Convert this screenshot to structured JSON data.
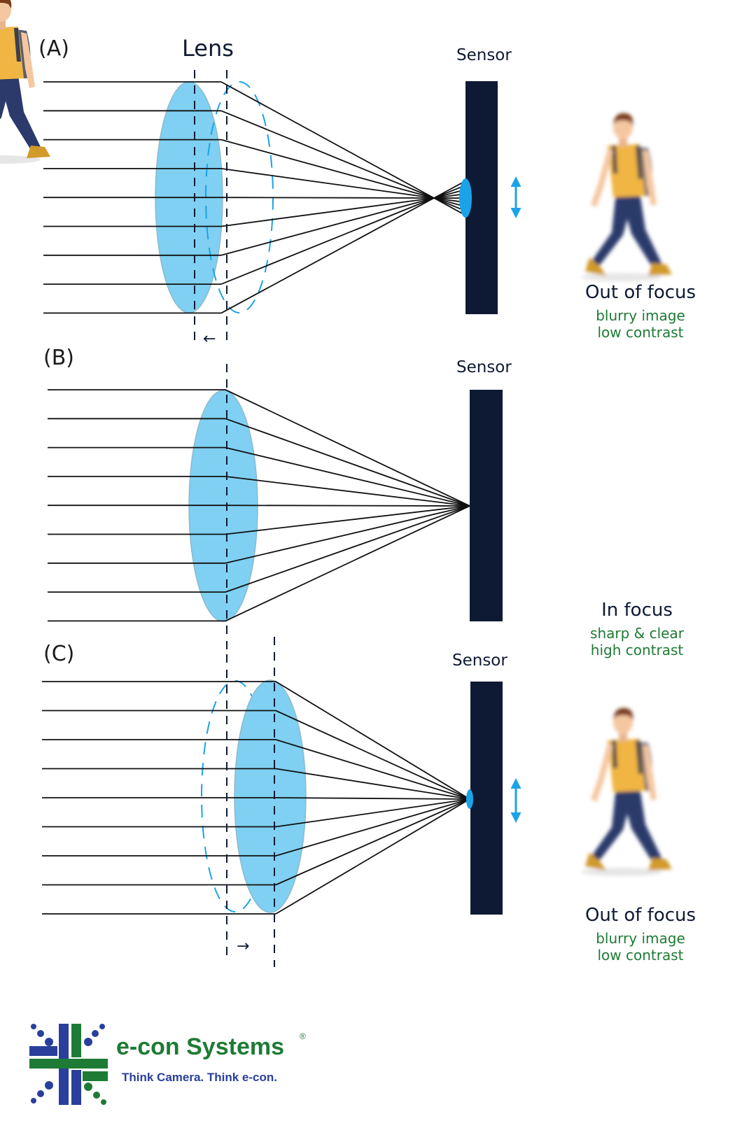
{
  "panels": [
    {
      "label": "(A)",
      "sensor_label": "Sensor",
      "state": "Out of focus",
      "desc1": "blurry image",
      "desc2": "low contrast",
      "focus": "defocused"
    },
    {
      "label": "(B)",
      "sensor_label": "Sensor",
      "state": "In focus",
      "desc1": "sharp & clear",
      "desc2": "high contrast",
      "focus": "focused"
    },
    {
      "label": "(C)",
      "sensor_label": "Sensor",
      "state": "Out of focus",
      "desc1": "blurry image",
      "desc2": "low contrast",
      "focus": "defocused"
    }
  ],
  "lens_label": "Lens",
  "arrows": {
    "a": "←",
    "c": "→"
  },
  "brand": {
    "name": "e-con Systems",
    "reg": "®",
    "tagline": "Think Camera. Think e-con."
  },
  "colors": {
    "lens_fill": "#7fd0f2",
    "lens_stroke": "#8fb9cc",
    "sensor": "#0e1a33",
    "accent_blue": "#1aa3e8",
    "green_text": "#1e7b35",
    "brand_blue": "#2a3f9c",
    "shirt": "#f0b542",
    "pants": "#2b3a6b",
    "skin": "#f5c7a1",
    "hair": "#7a3b1a"
  }
}
